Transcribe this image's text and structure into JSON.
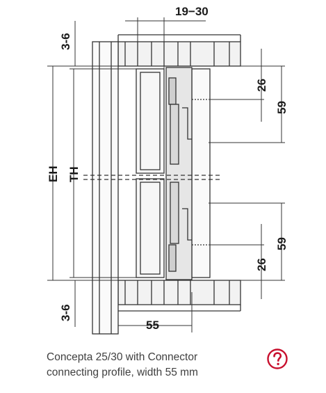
{
  "dimensions": {
    "top_gap": "3-6",
    "bottom_gap": "3-6",
    "profile_offset": "19−30",
    "upper_26": "26",
    "upper_59": "59",
    "lower_59": "59",
    "lower_26": "26",
    "eh": "EH",
    "th": "TH",
    "width_55": "55"
  },
  "caption": {
    "line1": "Concepta 25/30 with Connector",
    "line2": "connecting profile, width 55 mm"
  },
  "help_icon": {
    "name": "question-mark",
    "color": "#c8102e"
  }
}
